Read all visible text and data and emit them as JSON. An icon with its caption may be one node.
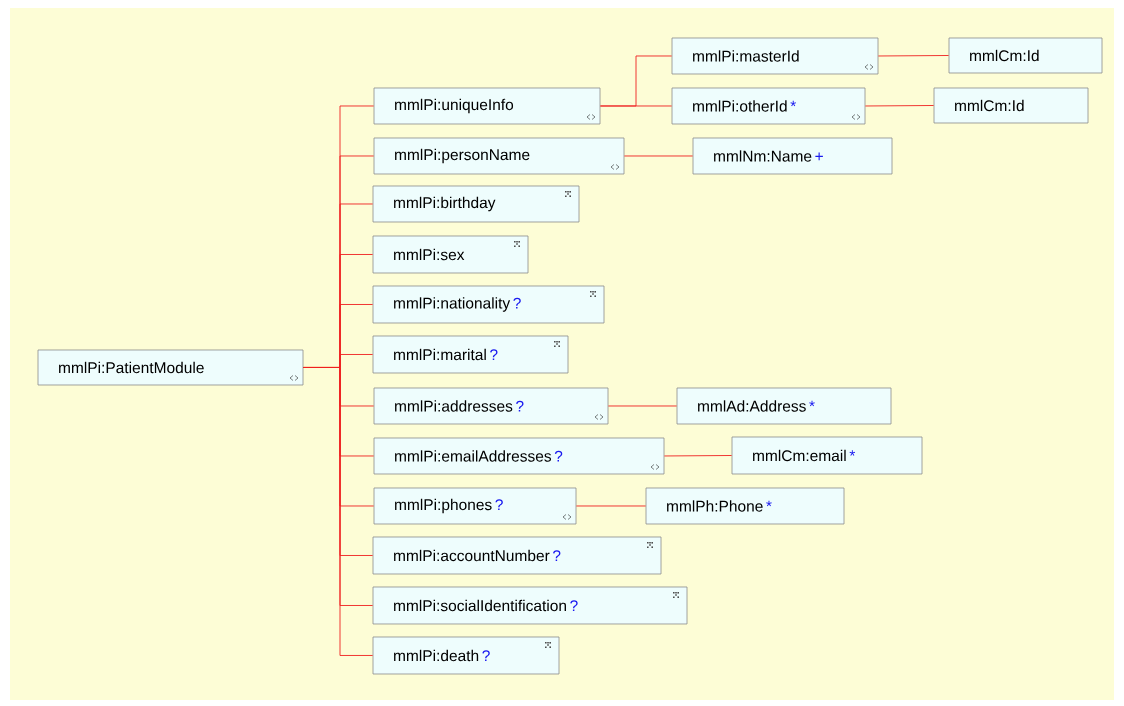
{
  "diagram": {
    "nodes": [
      {
        "text": [
          "mmlPi:PatientModule"
        ]
      },
      {
        "text": [
          "mmlPi:uniqueInfo"
        ]
      },
      {
        "text": [
          "mmlPi:masterId"
        ]
      },
      {
        "text": [
          "mmlCm:Id"
        ]
      },
      {
        "text": [
          "mmlPi:otherId",
          "*"
        ]
      },
      {
        "text": [
          "mmlCm:Id"
        ]
      },
      {
        "text": [
          "mmlPi:personName"
        ]
      },
      {
        "text": [
          "mmlNm:Name",
          "+"
        ]
      },
      {
        "text": [
          "mmlPi:birthday"
        ]
      },
      {
        "text": [
          "mmlPi:sex"
        ]
      },
      {
        "text": [
          "mmlPi:nationality",
          "?"
        ]
      },
      {
        "text": [
          "mmlPi:marital",
          "?"
        ]
      },
      {
        "text": [
          "mmlPi:addresses",
          "?"
        ]
      },
      {
        "text": [
          "mmlAd:Address",
          "*"
        ]
      },
      {
        "text": [
          "mmlPi:emailAddresses",
          "?"
        ]
      },
      {
        "text": [
          "mmlCm:email",
          "*"
        ]
      },
      {
        "text": [
          "mmlPi:phones",
          "?"
        ]
      },
      {
        "text": [
          "mmlPh:Phone",
          "*"
        ]
      },
      {
        "text": [
          "mmlPi:accountNumber",
          "?"
        ]
      },
      {
        "text": [
          "mmlPi:socialIdentification",
          "?"
        ]
      },
      {
        "text": [
          "mmlPi:death",
          "?"
        ]
      }
    ],
    "edges": [
      {
        "from": 0,
        "to": 1,
        "arrow": "none"
      },
      {
        "from": 0,
        "to": 6,
        "arrow": "none"
      },
      {
        "from": 0,
        "to": 8,
        "arrow": "none"
      },
      {
        "from": 0,
        "to": 9,
        "arrow": "none"
      },
      {
        "from": 0,
        "to": 10,
        "arrow": "none"
      },
      {
        "from": 0,
        "to": 11,
        "arrow": "none"
      },
      {
        "from": 0,
        "to": 12,
        "arrow": "none"
      },
      {
        "from": 0,
        "to": 14,
        "arrow": "none"
      },
      {
        "from": 0,
        "to": 16,
        "arrow": "none"
      },
      {
        "from": 0,
        "to": 18,
        "arrow": "none"
      },
      {
        "from": 0,
        "to": 19,
        "arrow": "none"
      },
      {
        "from": 0,
        "to": 20,
        "arrow": "none"
      },
      {
        "from": 1,
        "to": 2,
        "arrow": "none"
      },
      {
        "from": 1,
        "to": 4,
        "arrow": "none"
      },
      {
        "from": 2,
        "to": 3,
        "arrow": "none"
      },
      {
        "from": 4,
        "to": 5,
        "arrow": "none"
      },
      {
        "from": 6,
        "to": 7,
        "arrow": "none"
      },
      {
        "from": 12,
        "to": 13,
        "arrow": "none"
      },
      {
        "from": 14,
        "to": 15,
        "arrow": "none"
      },
      {
        "from": 16,
        "to": 17,
        "arrow": "none"
      }
    ]
  }
}
